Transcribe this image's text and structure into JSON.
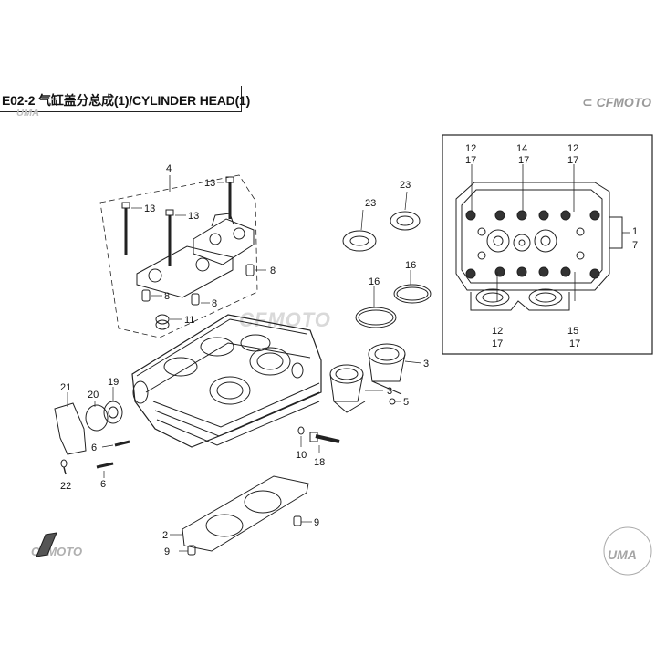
{
  "header": {
    "title": "E02-2 气缸盖分总成(1)/CYLINDER HEAD(1)"
  },
  "brand": {
    "name": "CFMOTO",
    "partner": "UMA"
  },
  "callouts": {
    "c1": "1",
    "c2": "2",
    "c3a": "3",
    "c3b": "3",
    "c4": "4",
    "c5": "5",
    "c6a": "6",
    "c6b": "6",
    "c7": "7",
    "c8a": "8",
    "c8b": "8",
    "c8c": "8",
    "c9a": "9",
    "c9b": "9",
    "c10": "10",
    "c11": "11",
    "c12a": "12",
    "c12b": "12",
    "c12c": "12",
    "c13a": "13",
    "c13b": "13",
    "c13c": "13",
    "c14": "14",
    "c15": "15",
    "c16a": "16",
    "c16b": "16",
    "c17a": "17",
    "c17b": "17",
    "c17c": "17",
    "c17d": "17",
    "c17e": "17",
    "c18": "18",
    "c19": "19",
    "c20": "20",
    "c21": "21",
    "c22": "22",
    "c23a": "23",
    "c23b": "23"
  },
  "colors": {
    "line": "#222222",
    "watermark": "#9a9a9a"
  }
}
